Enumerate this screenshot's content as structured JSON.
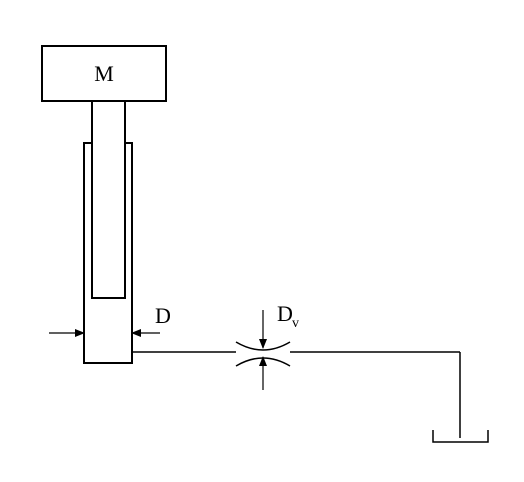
{
  "diagram": {
    "mass_label": "M",
    "bore_label": "D",
    "valve_label": "D",
    "valve_label_subscript": "v",
    "line_color": "#000000",
    "background_color": "#ffffff"
  }
}
